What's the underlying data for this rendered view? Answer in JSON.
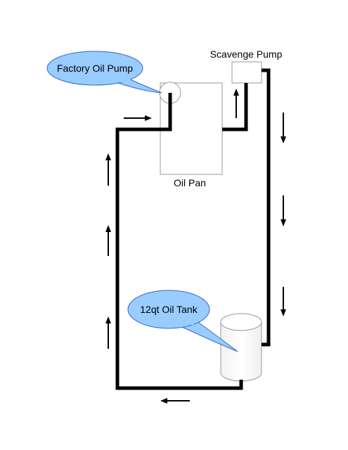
{
  "diagram": {
    "labels": {
      "scavenge_pump": "Scavenge Pump",
      "oil_pan": "Oil Pan"
    },
    "callouts": {
      "factory_oil_pump": "Factory Oil Pump",
      "oil_tank": "12qt Oil Tank"
    },
    "colors": {
      "line": "#000000",
      "outline": "#9a9a9a",
      "callout_fill": "#99ccff",
      "callout_stroke": "#3366cc",
      "background": "#ffffff"
    }
  }
}
